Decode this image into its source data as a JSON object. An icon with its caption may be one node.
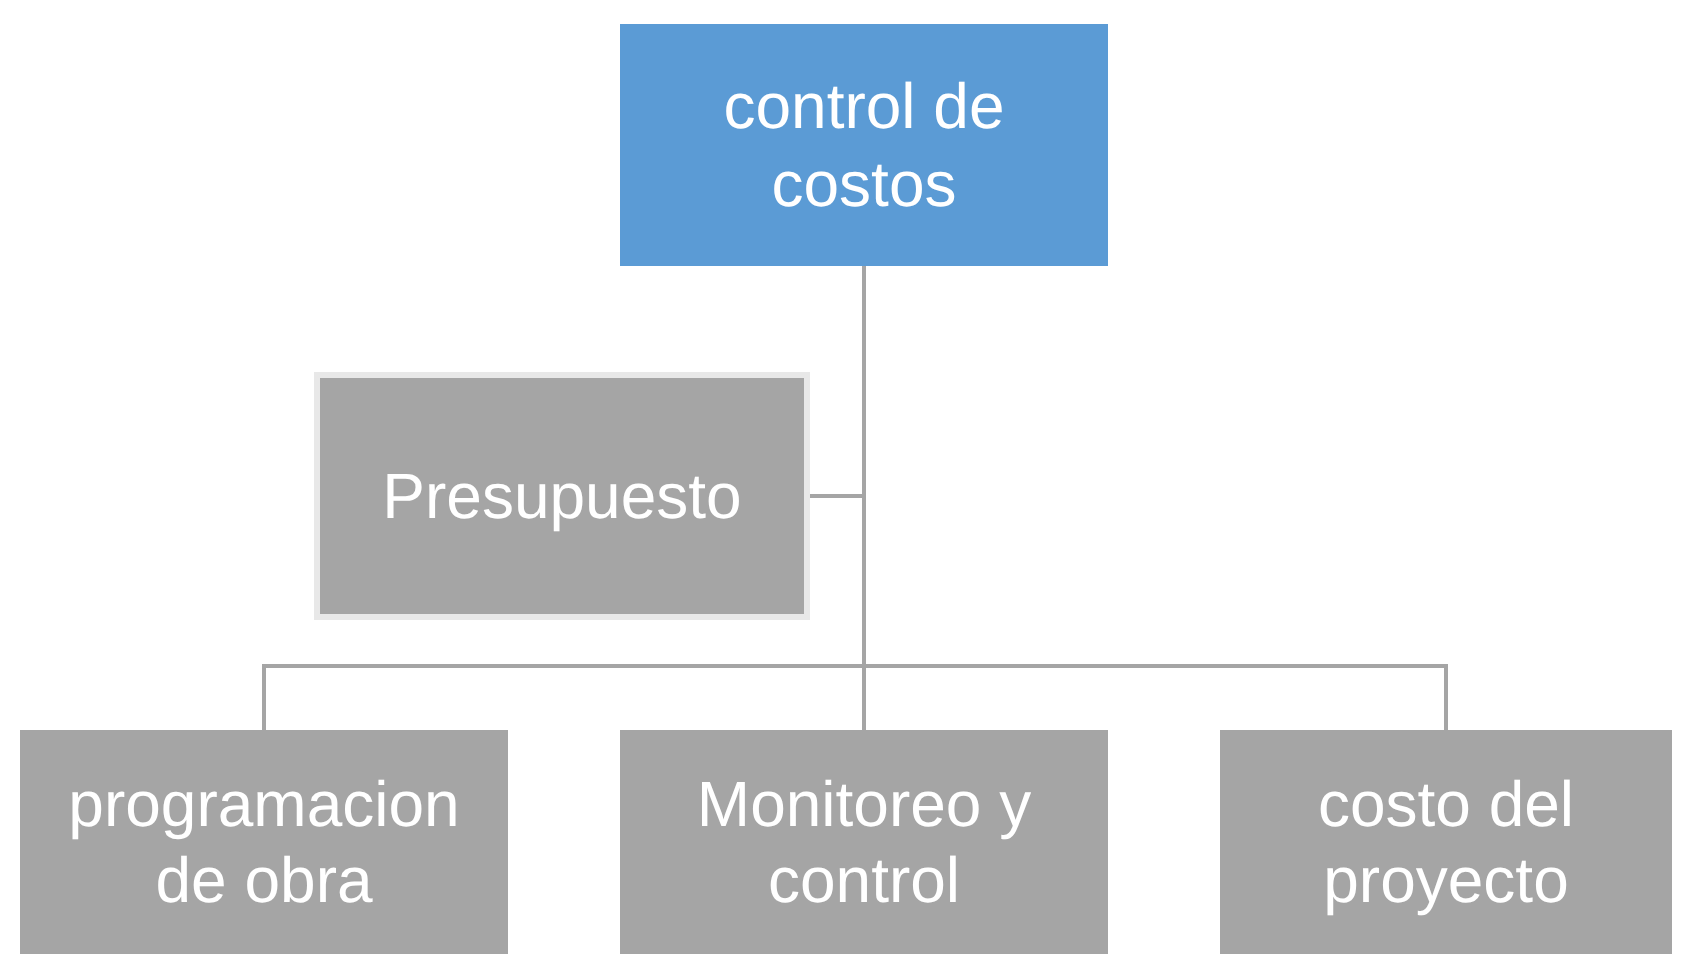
{
  "diagram": {
    "nodes": [
      {
        "text": [
          "control de costos"
        ]
      },
      {
        "text": [
          "Presupuesto"
        ]
      },
      {
        "text": [
          "programacion de obra"
        ]
      },
      {
        "text": [
          "Monitoreo y control"
        ]
      },
      {
        "text": [
          "costo del proyecto"
        ]
      }
    ],
    "edges": [
      {
        "from": 0,
        "to": 1,
        "arrow": "none"
      },
      {
        "from": 0,
        "to": 2,
        "arrow": "none"
      },
      {
        "from": 0,
        "to": 3,
        "arrow": "none"
      },
      {
        "from": 0,
        "to": 4,
        "arrow": "none"
      }
    ]
  }
}
